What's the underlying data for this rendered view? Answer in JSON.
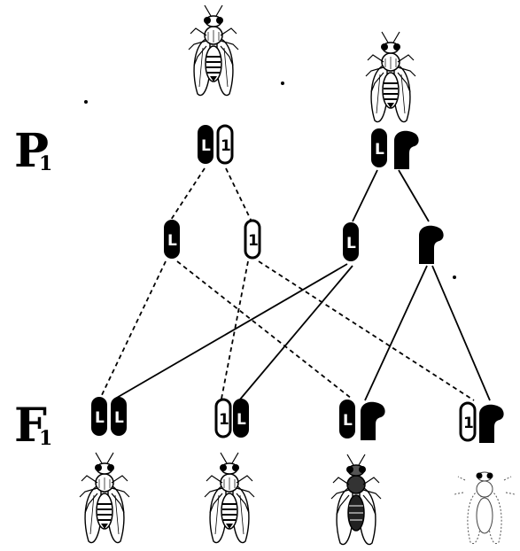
{
  "generation_labels": {
    "parent": {
      "letter": "P",
      "sub": "1"
    },
    "offspring": {
      "letter": "F",
      "sub": "1"
    }
  },
  "chromosome_labels": {
    "long_black": "L",
    "long_white": "1"
  },
  "colors": {
    "ink": "#000000",
    "paper": "#ffffff"
  }
}
